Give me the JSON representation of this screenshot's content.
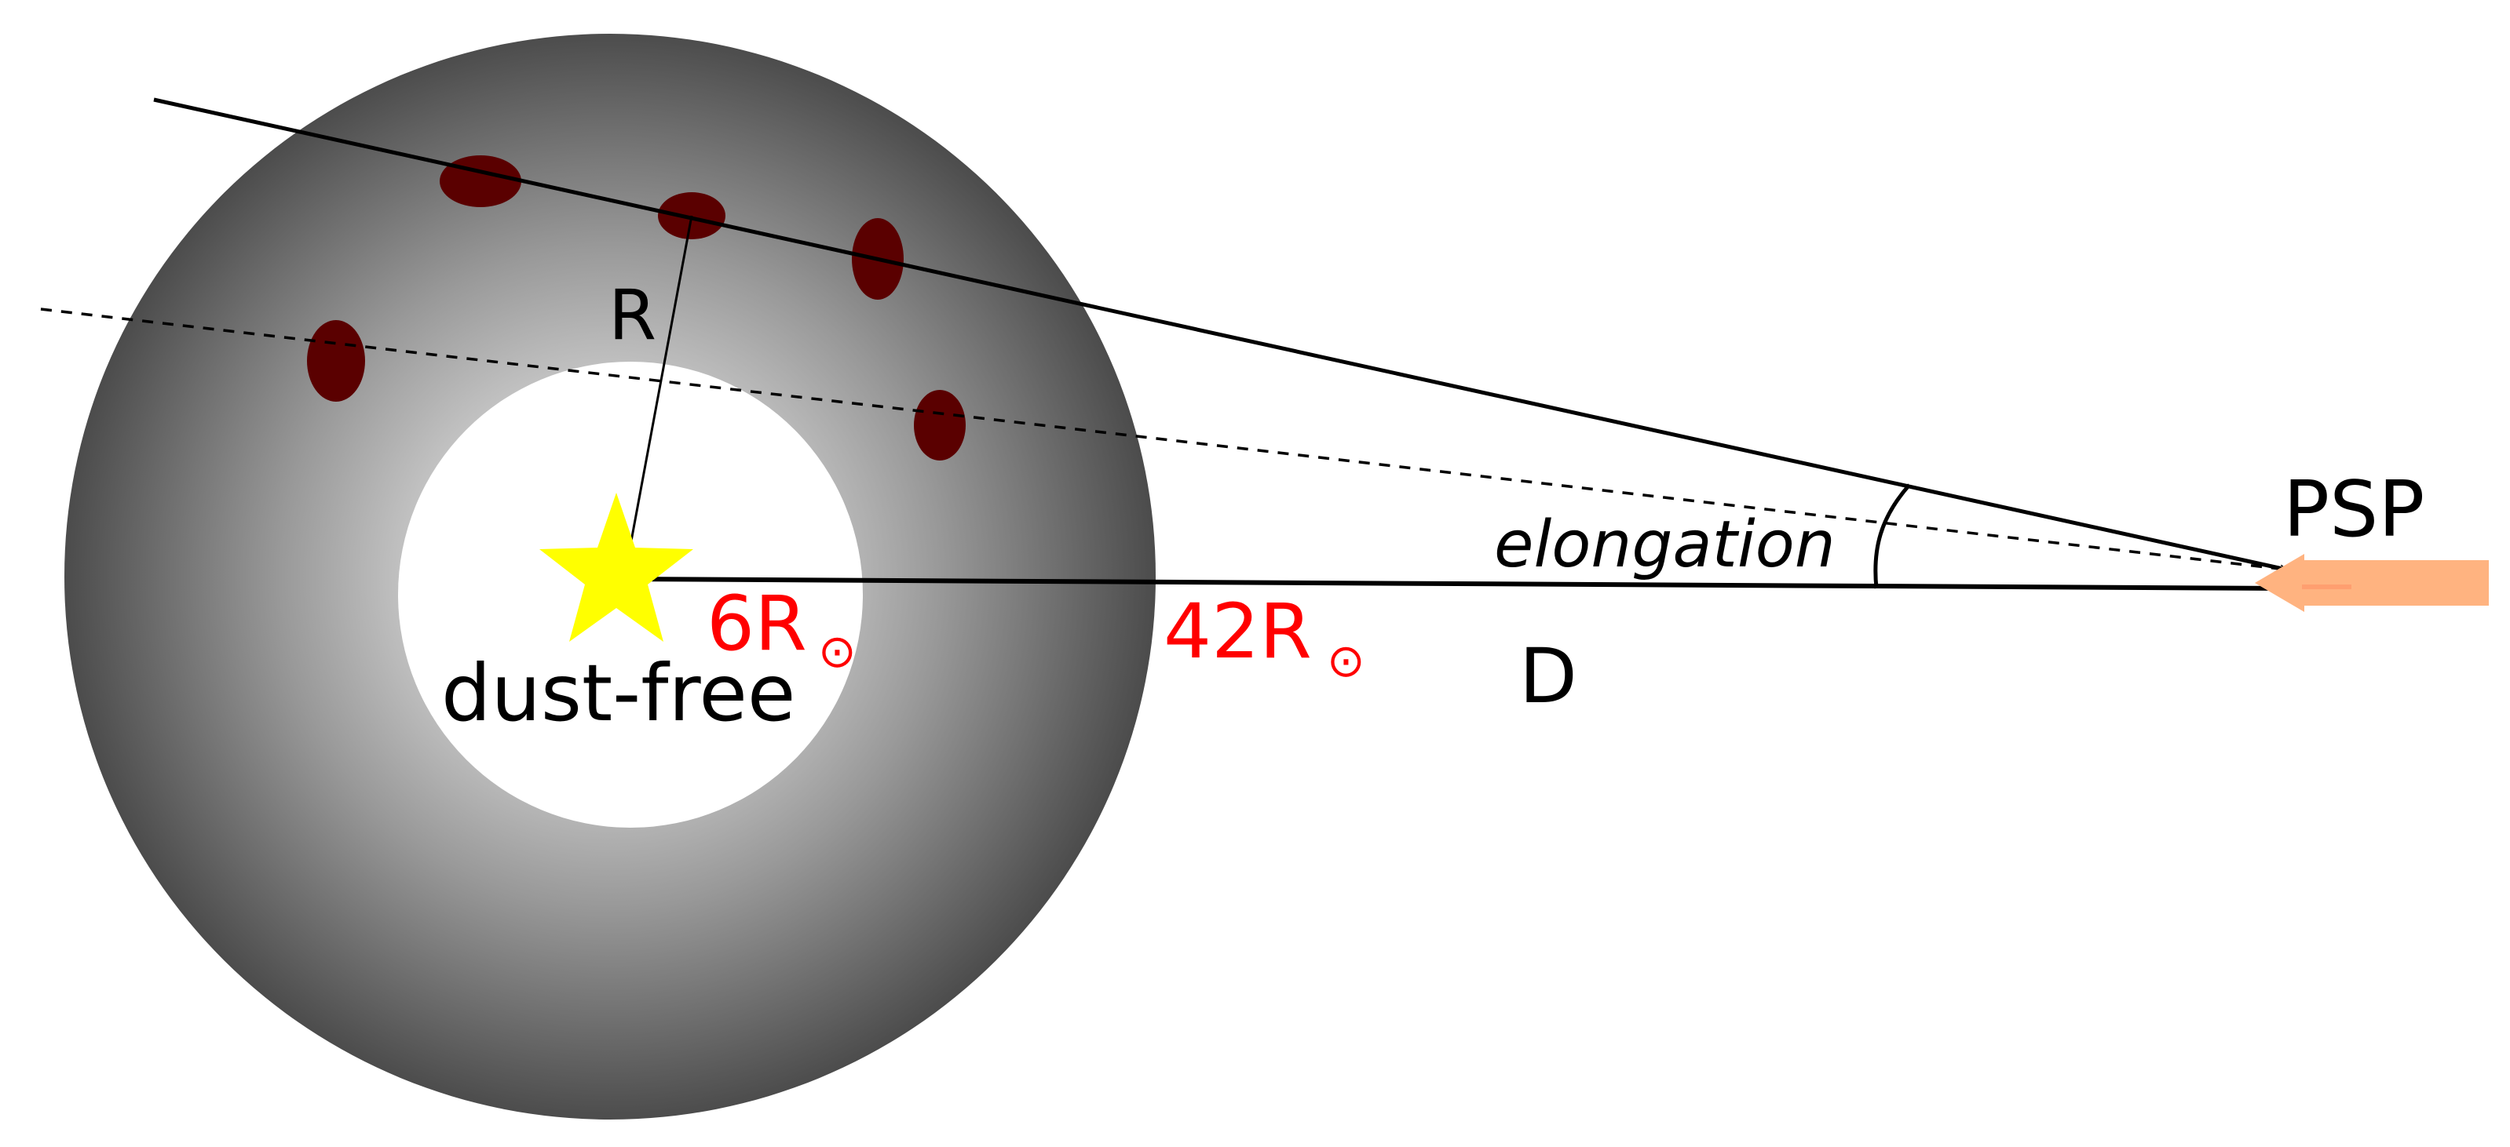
{
  "labels": {
    "radius": "R",
    "dust_free": "dust-free",
    "inner_radius_value": "6R",
    "outer_radius_value": "42R",
    "solar_symbol": "⊙",
    "elongation": "elongation",
    "distance": "D",
    "spacecraft": "PSP"
  },
  "colors": {
    "dust_cloud_outer": "#4d4d4d",
    "dust_cloud_inner": "#cccccc",
    "dust_free_zone": "#ffffff",
    "dust_grain": "#5a0000",
    "sun_star": "#ffff00",
    "radius_labels": "#ff0000",
    "spacecraft": "#ffb380",
    "lines": "#000000"
  },
  "icons": {
    "sun": "star-icon",
    "spacecraft": "arrow-icon"
  }
}
